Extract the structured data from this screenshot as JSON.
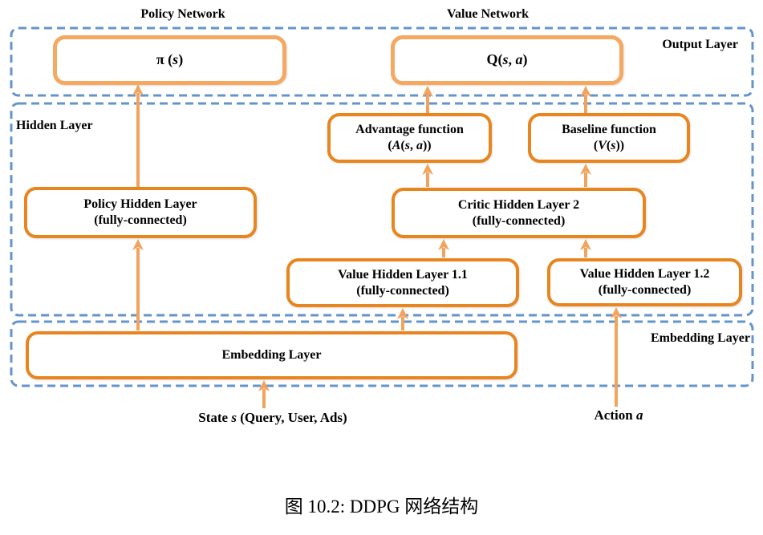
{
  "figure": {
    "caption": "图 10.2: DDPG 网络结构"
  },
  "colors": {
    "dashed_boundary": "#6494CC",
    "box_border_dark": "#E8851E",
    "box_border_light": "#F5A85F",
    "arrow": "#F2A35C",
    "text": "#000000",
    "background": "#FFFFFF"
  },
  "network_labels": {
    "policy": "Policy Network",
    "value": "Value Network"
  },
  "layer_labels": {
    "output": "Output Layer",
    "hidden": "Hidden Layer",
    "embedding": "Embedding Layer"
  },
  "nodes": {
    "pi": {
      "label_html": "π (<i>s</i>)"
    },
    "q": {
      "label_html": "Q(<i>s</i>, <i>a</i>)"
    },
    "advantage": {
      "line1": "Advantage function",
      "line2_html": "(<i>A</i>(<i>s</i>, <i>a</i>))"
    },
    "baseline": {
      "line1": "Baseline function",
      "line2_html": "(<i>V</i>(<i>s</i>))"
    },
    "policy_hidden": {
      "line1": "Policy Hidden Layer",
      "line2": "(fully-connected)"
    },
    "critic_hidden": {
      "line1": "Critic Hidden Layer 2",
      "line2": "(fully-connected)"
    },
    "value_hidden_11": {
      "line1": "Value Hidden Layer 1.1",
      "line2": "(fully-connected)"
    },
    "value_hidden_12": {
      "line1": "Value Hidden Layer 1.2",
      "line2": "(fully-connected)"
    },
    "embedding": {
      "label": "Embedding Layer"
    }
  },
  "inputs": {
    "state_html": "State <i>s</i> (Query, User, Ads)",
    "action_html": "Action <i>a</i>"
  }
}
